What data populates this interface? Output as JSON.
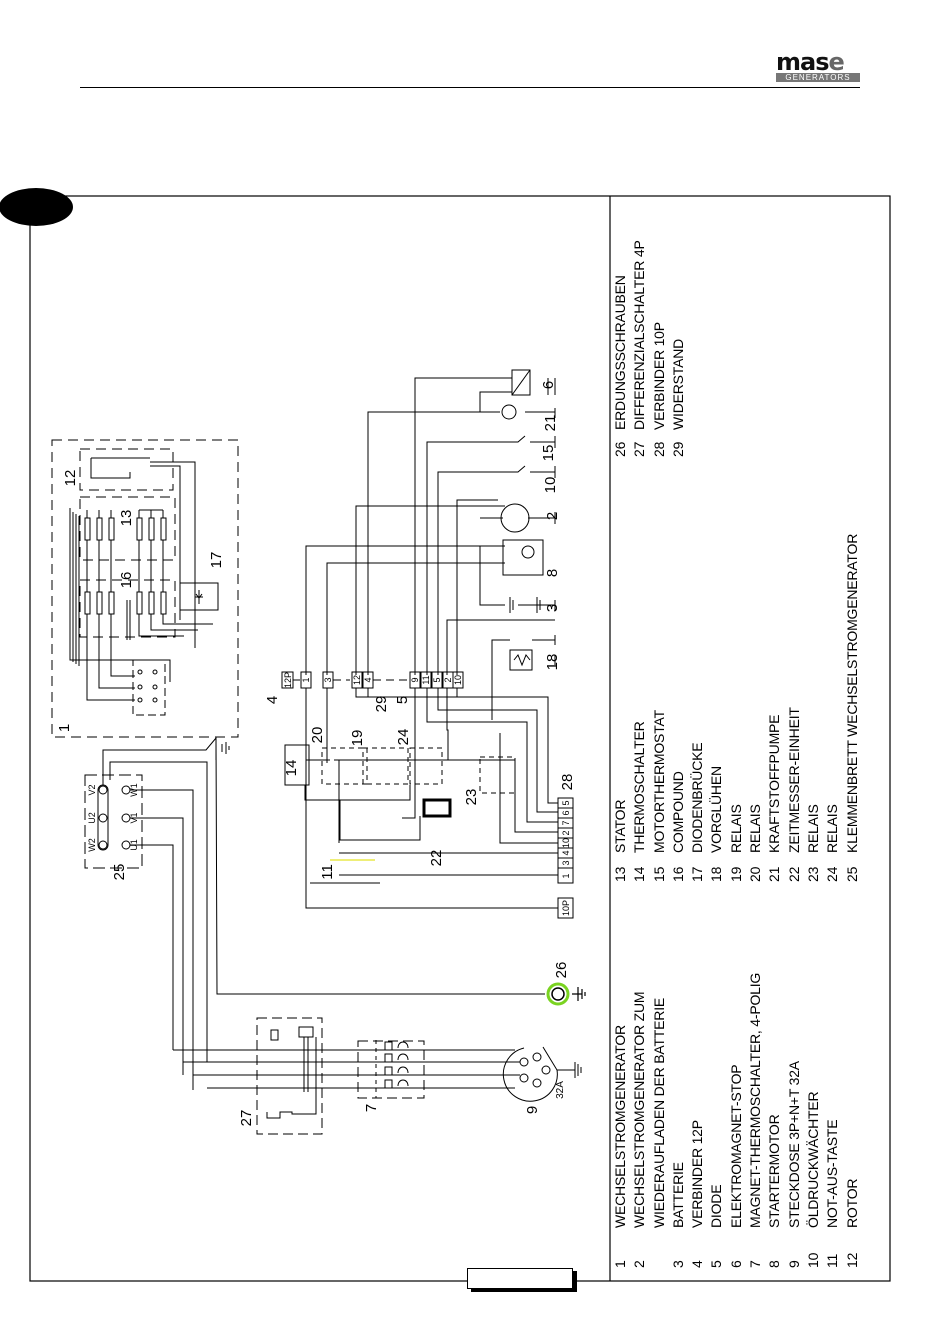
{
  "header": {
    "logo": "mase",
    "logo_sub": "GENERATORS"
  },
  "diagram": {
    "component_labels": {
      "c1": "1",
      "c2": "2",
      "c3": "3",
      "c4": "4",
      "c5": "5",
      "c6": "6",
      "c7": "7",
      "c8": "8",
      "c9": "9",
      "c10": "10",
      "c11": "11",
      "c12": "12",
      "c13": "13",
      "c14": "14",
      "c15": "15",
      "c16": "16",
      "c17": "17",
      "c18": "18",
      "c19": "19",
      "c20": "20",
      "c21": "21",
      "c22": "22",
      "c23": "23",
      "c24": "24",
      "c25": "25",
      "c26": "26",
      "c27": "27",
      "c28": "28",
      "c29": "29"
    },
    "connector_12p": {
      "title": "12P",
      "pins": [
        "1",
        "3",
        "12",
        "4",
        "9",
        "11",
        "5",
        "2",
        "10"
      ]
    },
    "connector_10p": {
      "title": "10P",
      "pins": [
        "5",
        "6",
        "7",
        "2",
        "10",
        "4",
        "3",
        "1"
      ]
    },
    "terminal_board": {
      "top": [
        "V2",
        "U2",
        "W2"
      ],
      "bottom": [
        "W1",
        "V1",
        "U1"
      ]
    },
    "socket_rating": "32A",
    "ground_symbol": "ground-icon"
  },
  "legend": {
    "col1": [
      {
        "num": "1",
        "text": "WECHSELSTROMGENERATOR"
      },
      {
        "num": "2",
        "text": "WECHSELSTROMGENERATOR ZUM"
      },
      {
        "num": "",
        "text": "WIEDERAUFLADEN DER BATTERIE"
      },
      {
        "num": "3",
        "text": "BATTERIE"
      },
      {
        "num": "4",
        "text": "VERBINDER 12P"
      },
      {
        "num": "5",
        "text": "DIODE"
      },
      {
        "num": "6",
        "text": "ELEKTROMAGNET-STOP"
      },
      {
        "num": "7",
        "text": "MAGNET-THERMOSCHALTER, 4-POLIG"
      },
      {
        "num": "8",
        "text": "STARTERMOTOR"
      },
      {
        "num": "9",
        "text": "STECKDOSE 3P+N+T 32A"
      },
      {
        "num": "10",
        "text": "ÖLDRUCKWÄCHTER"
      },
      {
        "num": "11",
        "text": "NOT-AUS-TASTE"
      },
      {
        "num": "12",
        "text": "ROTOR"
      }
    ],
    "col2": [
      {
        "num": "13",
        "text": "STATOR"
      },
      {
        "num": "14",
        "text": "THERMOSCHALTER"
      },
      {
        "num": "15",
        "text": "MOTORTHERMOSTAT"
      },
      {
        "num": "16",
        "text": "COMPOUND"
      },
      {
        "num": "17",
        "text": "DIODENBRÜCKE"
      },
      {
        "num": "18",
        "text": "VORGLÜHEN"
      },
      {
        "num": "19",
        "text": "RELAIS"
      },
      {
        "num": "20",
        "text": "RELAIS"
      },
      {
        "num": "21",
        "text": "KRAFTSTOFFPUMPE"
      },
      {
        "num": "22",
        "text": "ZEITMESSER-EINHEIT"
      },
      {
        "num": "23",
        "text": "RELAIS"
      },
      {
        "num": "24",
        "text": "RELAIS"
      },
      {
        "num": "25",
        "text": "KLEMMENBRETT WECHSELSTROMGENERATOR"
      }
    ],
    "col3": [
      {
        "num": "26",
        "text": "ERDUNGSSCHRAUBEN"
      },
      {
        "num": "27",
        "text": "DIFFERENZIALSCHALTER 4P"
      },
      {
        "num": "28",
        "text": "VERBINDER 10P"
      },
      {
        "num": "29",
        "text": "WIDERSTAND"
      }
    ]
  },
  "colors": {
    "line": "#000000",
    "ground_screw_highlight": "#7ad321"
  }
}
